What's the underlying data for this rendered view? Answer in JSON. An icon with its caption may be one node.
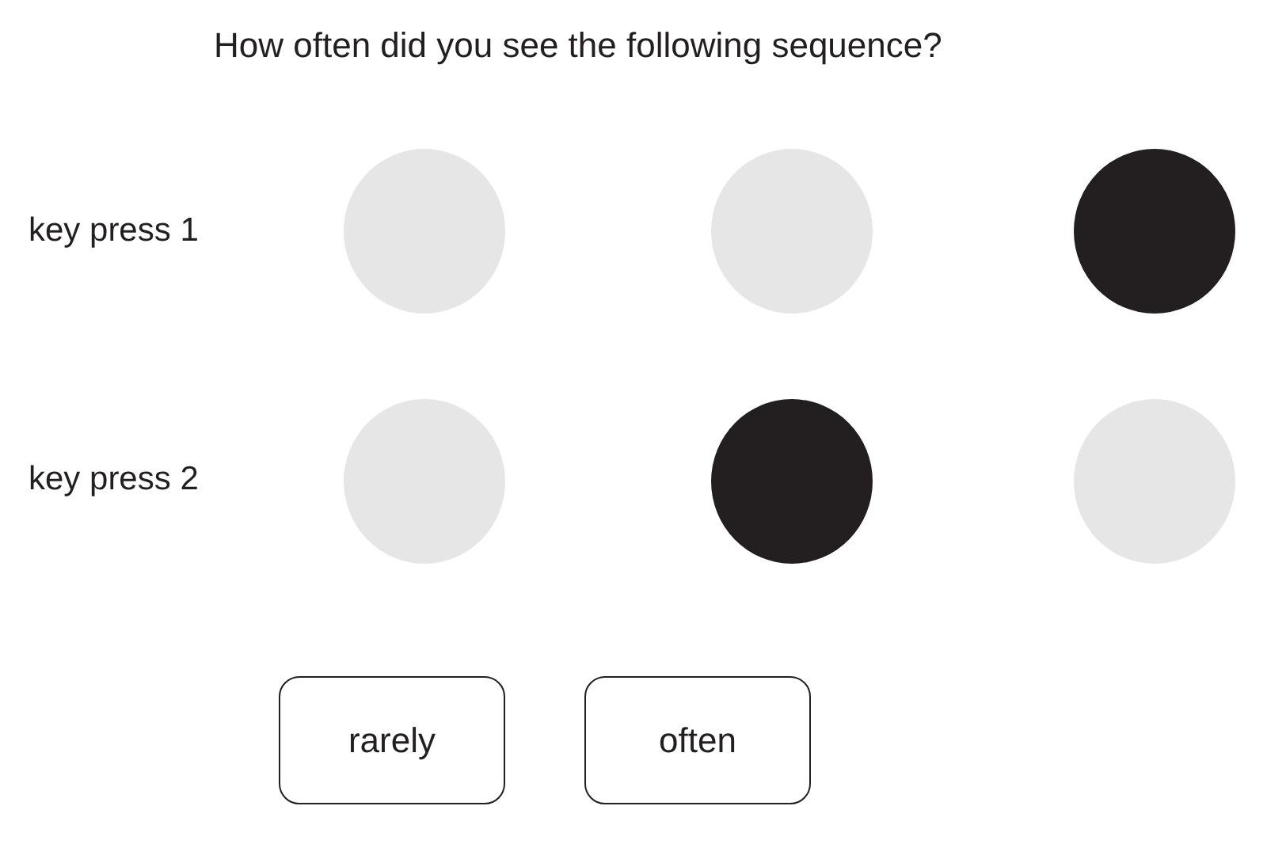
{
  "diagram": {
    "title": "How often did you see the following sequence?",
    "nodes": [
      {
        "text": [],
        "shape": "circle"
      },
      {
        "text": [],
        "shape": "circle"
      },
      {
        "text": [],
        "shape": "circle"
      },
      {
        "text": [],
        "shape": "circle"
      },
      {
        "text": [],
        "shape": "circle"
      },
      {
        "text": [],
        "shape": "circle"
      },
      {
        "text": [
          "rarely"
        ]
      },
      {
        "text": [
          "often"
        ]
      }
    ],
    "labels": [
      "key press 1",
      "key press 2"
    ]
  }
}
